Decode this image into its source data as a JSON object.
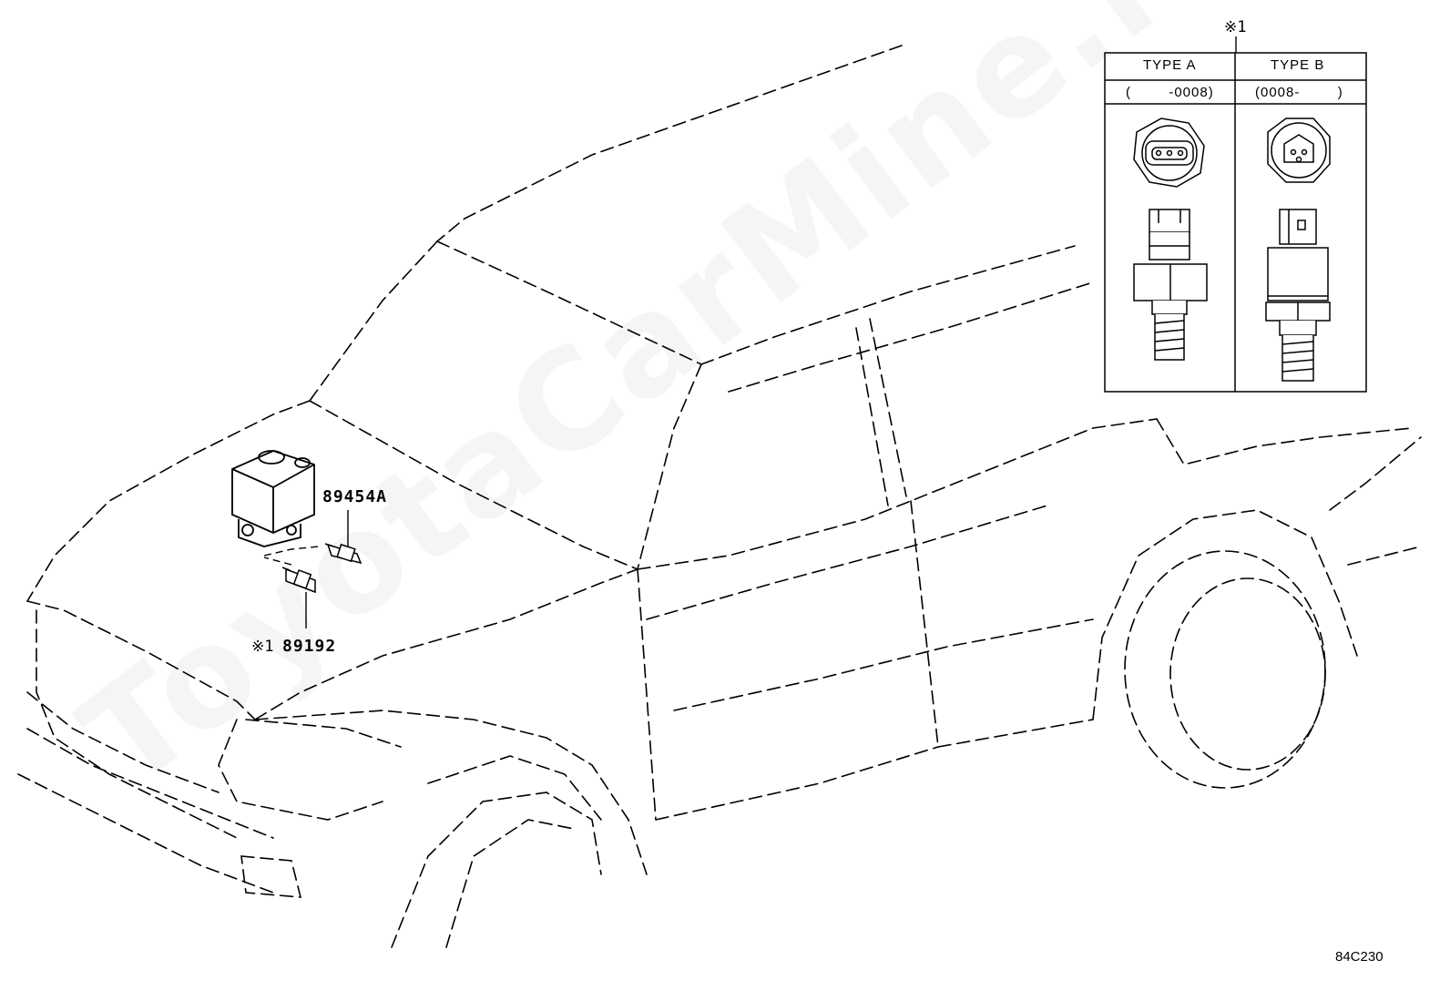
{
  "watermark": "ToyotaCarMine.ru",
  "callouts": [
    {
      "id": "89454A",
      "label": "89454A"
    },
    {
      "id": "89192",
      "label": "89192",
      "prefix": "※1"
    }
  ],
  "inset": {
    "mark": "※1",
    "columns": [
      {
        "type": "TYPE A",
        "range": "(        -0008)"
      },
      {
        "type": "TYPE B",
        "range": "(0008-        )"
      }
    ]
  },
  "drawing_code": "84C230"
}
